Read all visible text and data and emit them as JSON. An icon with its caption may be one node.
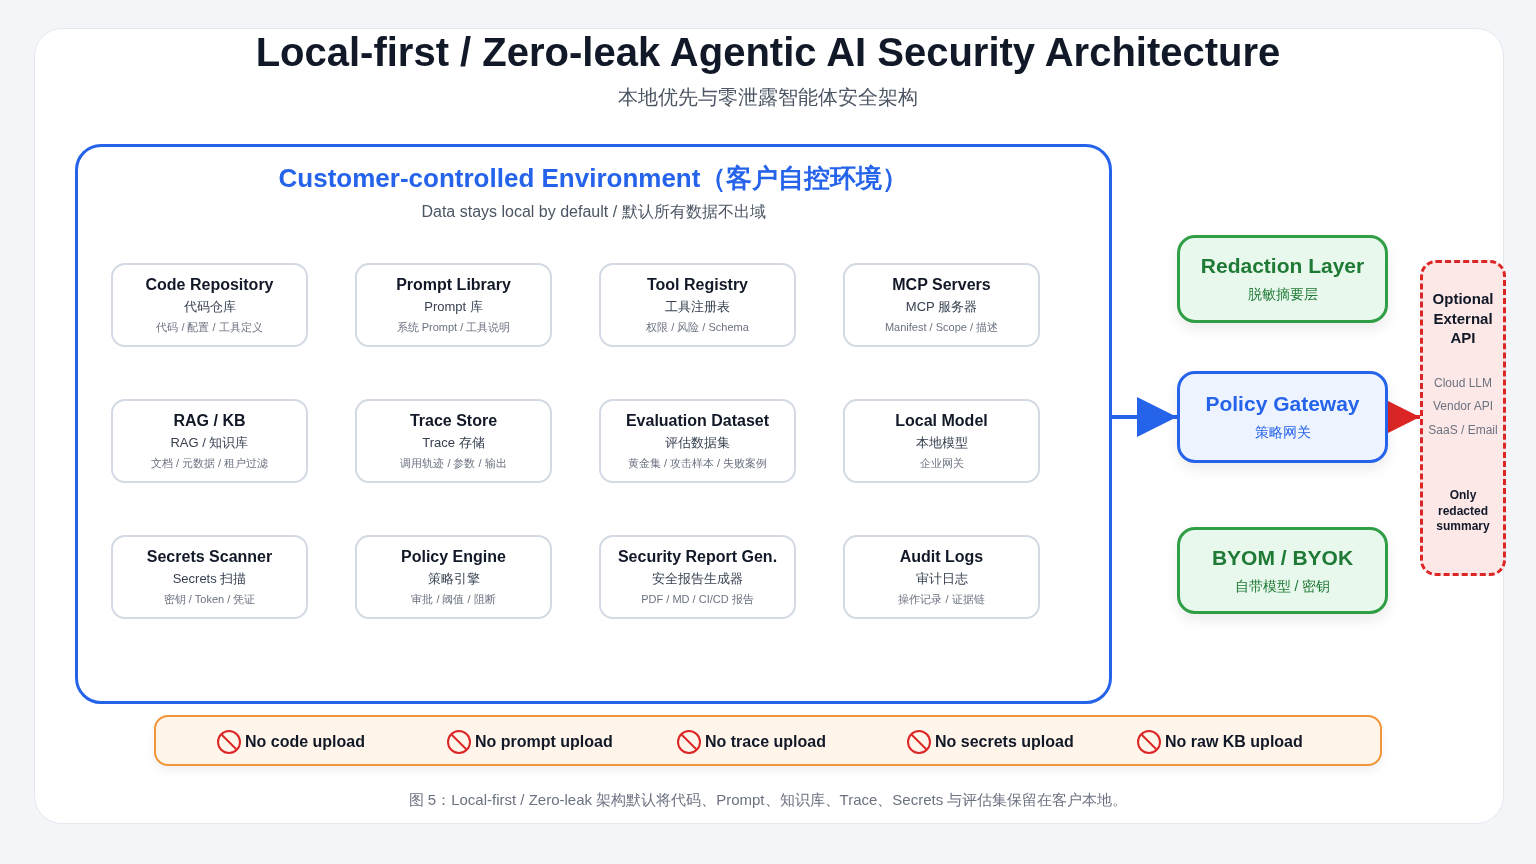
{
  "diagram": {
    "title": "Local-first / Zero-leak Agentic AI Security Architecture",
    "caption": "图 5：Local-first / Zero-leak 架构默认将代码、Prompt、知识库、Trace、Secrets 与评估集保留在客户本地。",
    "labels": [
      "本地优先与零泄露智能体安全架构"
    ],
    "nodes": [
      {
        "text": [
          "Customer-controlled Environment（客户自控环境）",
          "Data stays local by default / 默认所有数据不出域"
        ]
      },
      {
        "text": [
          "Code Repository",
          "代码仓库",
          "代码 / 配置 / 工具定义"
        ],
        "in": 0
      },
      {
        "text": [
          "Prompt Library",
          "Prompt 库",
          "系统 Prompt / 工具说明"
        ],
        "in": 0
      },
      {
        "text": [
          "Tool Registry",
          "工具注册表",
          "权限 / 风险 / Schema"
        ],
        "in": 0
      },
      {
        "text": [
          "MCP Servers",
          "MCP 服务器",
          "Manifest / Scope / 描述"
        ],
        "in": 0
      },
      {
        "text": [
          "RAG / KB",
          "RAG / 知识库",
          "文档 / 元数据 / 租户过滤"
        ],
        "in": 0
      },
      {
        "text": [
          "Trace Store",
          "Trace 存储",
          "调用轨迹 / 参数 / 输出"
        ],
        "in": 0
      },
      {
        "text": [
          "Evaluation Dataset",
          "评估数据集",
          "黄金集 / 攻击样本 / 失败案例"
        ],
        "in": 0
      },
      {
        "text": [
          "Local Model",
          "本地模型",
          "企业网关"
        ],
        "in": 0
      },
      {
        "text": [
          "Secrets Scanner",
          "Secrets 扫描",
          "密钥 / Token / 凭证"
        ],
        "in": 0
      },
      {
        "text": [
          "Policy Engine",
          "策略引擎",
          "审批 / 阈值 / 阻断"
        ],
        "in": 0
      },
      {
        "text": [
          "Security Report Gen.",
          "安全报告生成器",
          "PDF / MD / CI/CD 报告"
        ],
        "in": 0
      },
      {
        "text": [
          "Audit Logs",
          "审计日志",
          "操作记录 / 证据链"
        ],
        "in": 0
      },
      {
        "text": [
          "Redaction Layer",
          "脱敏摘要层"
        ]
      },
      {
        "text": [
          "Policy Gateway",
          "策略网关"
        ]
      },
      {
        "text": [
          "BYOM / BYOK",
          "自带模型 / 密钥"
        ]
      },
      {
        "text": [
          "Optional External API",
          "Cloud LLM",
          "Vendor API",
          "SaaS / Email",
          "Only redacted summary"
        ]
      },
      {
        "text": [
          "No code upload",
          "No prompt upload",
          "No trace upload",
          "No secrets upload",
          "No raw KB upload"
        ]
      }
    ],
    "edges": [
      {
        "from": 0,
        "to": 14,
        "arrow": "to",
        "color": "#2563eb"
      },
      {
        "from": 14,
        "to": 16,
        "arrow": "to",
        "color": "#dc2626"
      }
    ]
  }
}
